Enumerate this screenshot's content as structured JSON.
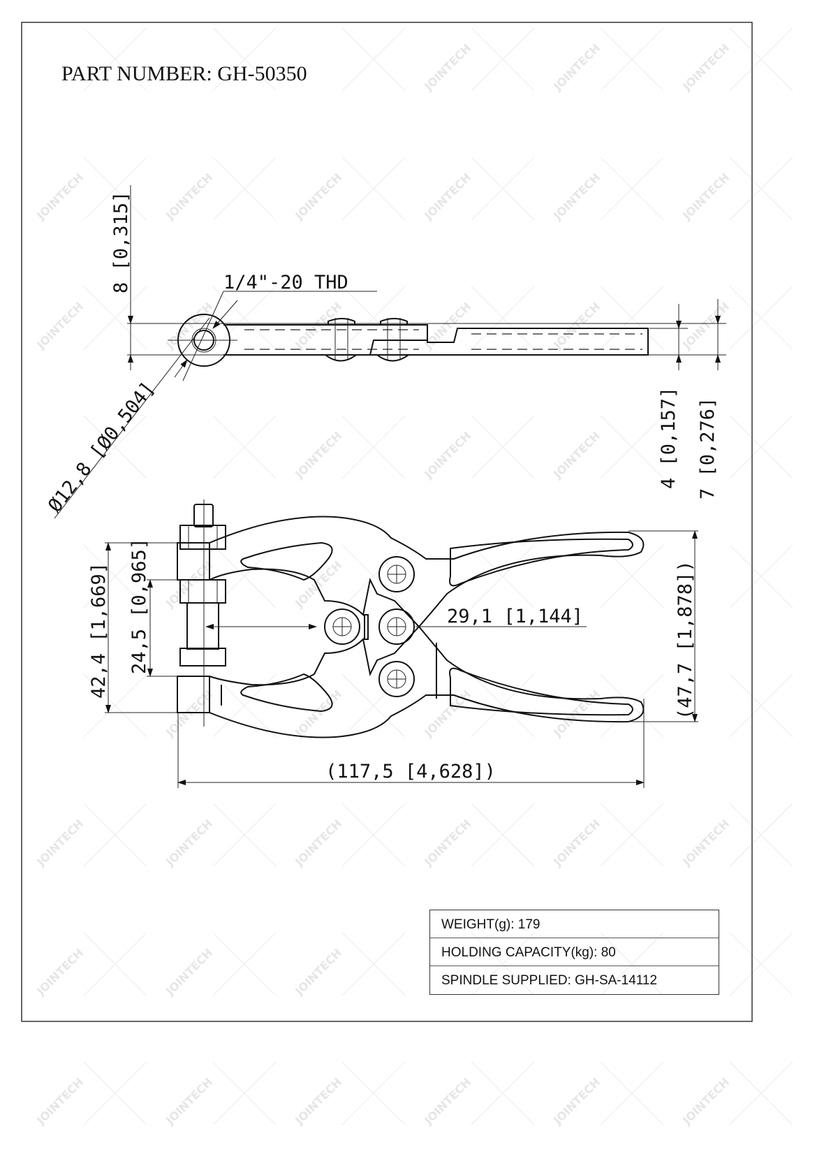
{
  "title": "PART NUMBER:  GH-50350",
  "watermark": "JOINTECH",
  "top_view": {
    "dim_height": "8 [0,315]",
    "thread_note": "1/4\"-20 THD",
    "dim_eye_diameter": "Ø12,8 [Ø0,504]",
    "dim_thickness_a": "4 [0,157]",
    "dim_thickness_b": "7 [0,276]"
  },
  "front_view": {
    "dim_total_height_jaw": "42,4 [1,669]",
    "dim_jaw_opening": "24,5 [0,965]",
    "dim_throat": "29,1 [1,144]",
    "dim_handle_span": "(47,7 [1,878])",
    "dim_overall_length": "(117,5 [4,628])"
  },
  "specs": [
    {
      "label": "WEIGHT(g): 179"
    },
    {
      "label": "HOLDING CAPACITY(kg): 80"
    },
    {
      "label": "SPINDLE SUPPLIED: GH-SA-14112"
    }
  ]
}
